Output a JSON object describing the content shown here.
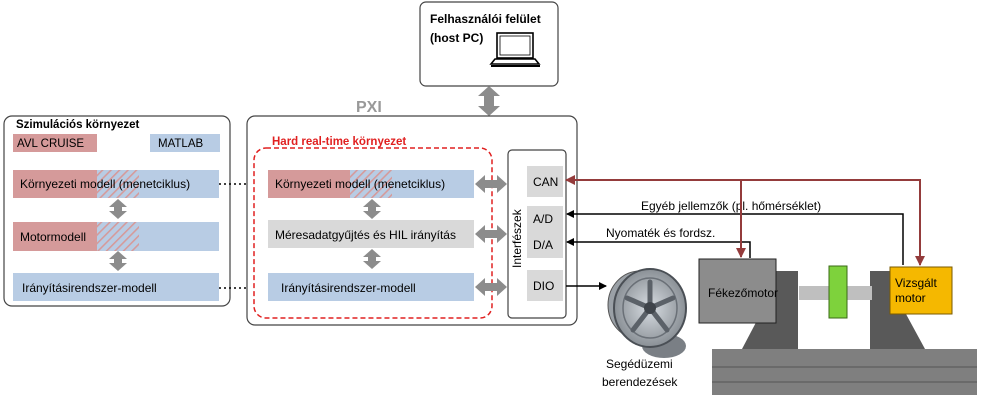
{
  "host": {
    "line1": "Felhasználói felület",
    "line2": "(host PC)"
  },
  "sim": {
    "title": "Szimulációs környezet",
    "legend_avl": "AVL CRUISE",
    "legend_matlab": "MATLAB",
    "env_model": "Környezeti modell (menetciklus)",
    "motor_model": "Motormodell",
    "control_model": "Irányításirendszer-modell"
  },
  "pxi": {
    "title": "PXI",
    "hrt_title": "Hard real-time környezet",
    "env_model": "Környezeti modell (menetciklus)",
    "daq_hil": "Méresadatgyűjtés és HIL irányítás",
    "control_model": "Irányításirendszer-modell"
  },
  "interfaces": {
    "title": "Interfészek",
    "can": "CAN",
    "ad": "A/D",
    "da": "D/A",
    "dio": "DIO"
  },
  "signals": {
    "other": "Egyéb jellemzők   (pl. hőmérséklet)",
    "torque": "Nyomaték és fordsz."
  },
  "equipment": {
    "brake_motor": "Fékezőmotor",
    "test_motor_line1": "Vizsgált",
    "test_motor_line2": "motor",
    "aux_line1": "Segédüzemi",
    "aux_line2": "berendezések"
  },
  "colors": {
    "avl_red": "#d59a9a",
    "matlab_blue": "#b8cce4",
    "hrt_red": "#e02020",
    "can_arrow": "#943b3b",
    "test_motor": "#f5b800",
    "brake_grey": "#8c8c8c",
    "coupling_green": "#7ed23c"
  }
}
